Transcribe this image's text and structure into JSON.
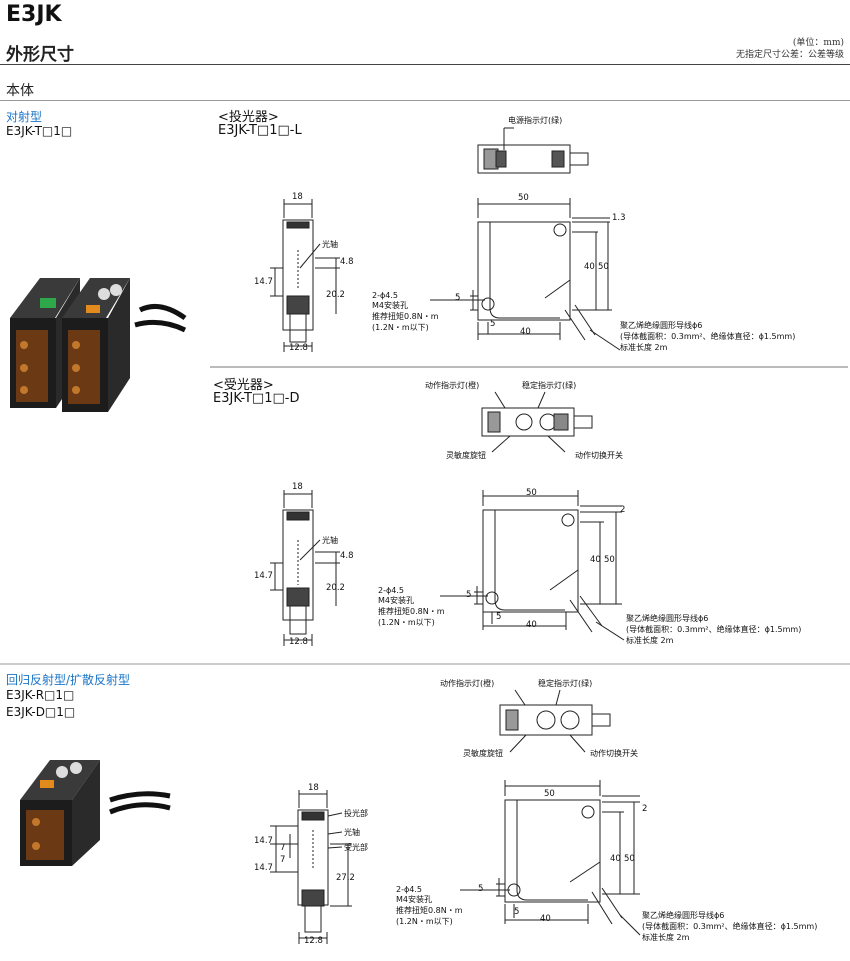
{
  "header": {
    "model": "E3JK",
    "title": "外形尺寸",
    "unit": "(单位：mm)",
    "tolerance_note": "无指定尺寸公差：公差等级"
  },
  "section": {
    "title": "本体"
  },
  "thru_beam": {
    "category": "对射型",
    "model": "E3JK-T□1□",
    "emitter": {
      "title": "<投光器>",
      "model": "E3JK-T□1□-L",
      "power_indicator": "电源指示灯(绿)",
      "optical_axis": "光轴",
      "dims": {
        "w18": "18",
        "d4_8": "4.8",
        "d14_7": "14.7",
        "d20_2": "20.2",
        "d12_8": "12.8",
        "w50": "50",
        "d1_3": "1.3",
        "d40v": "40",
        "d50v": "50",
        "d5a": "5",
        "d5b": "5",
        "d40h": "40"
      },
      "holes": [
        "2-ϕ4.5",
        "M4安装孔",
        "推荐扭矩0.8N・m",
        "(1.2N・m以下)"
      ],
      "cable": [
        "聚乙烯绝缘圆形导线ϕ6",
        "(导体截面积：0.3mm²、绝缘体直径：ϕ1.5mm)",
        "标准长度 2m"
      ]
    },
    "receiver": {
      "title": "<受光器>",
      "model": "E3JK-T□1□-D",
      "op_indicator": "动作指示灯(橙)",
      "stable_indicator": "稳定指示灯(绿)",
      "sens_knob": "灵敏度旋钮",
      "mode_switch": "动作切换开关",
      "optical_axis": "光轴",
      "dims": {
        "w18": "18",
        "d4_8": "4.8",
        "d14_7": "14.7",
        "d20_2": "20.2",
        "d12_8": "12.8",
        "w50": "50",
        "d2": "2",
        "d40v": "40",
        "d50v": "50",
        "d5a": "5",
        "d5b": "5",
        "d40h": "40"
      },
      "holes": [
        "2-ϕ4.5",
        "M4安装孔",
        "推荐扭矩0.8N・m",
        "(1.2N・m以下)"
      ],
      "cable": [
        "聚乙烯绝缘圆形导线ϕ6",
        "(导体截面积：0.3mm²、绝缘体直径：ϕ1.5mm)",
        "标准长度 2m"
      ]
    }
  },
  "reflective": {
    "category": "回归反射型/扩散反射型",
    "models": [
      "E3JK-R□1□",
      "E3JK-D□1□"
    ],
    "op_indicator": "动作指示灯(橙)",
    "stable_indicator": "稳定指示灯(绿)",
    "sens_knob": "灵敏度旋钮",
    "mode_switch": "动作切换开关",
    "emit_part": "投光部",
    "optical_axis": "光轴",
    "recv_part": "受光部",
    "dims": {
      "w18": "18",
      "d14_7a": "14.7",
      "d7a": "7",
      "d7b": "7",
      "d14_7b": "14.7",
      "d27_2": "27.2",
      "d12_8": "12.8",
      "w50": "50",
      "d2": "2",
      "d40v": "40",
      "d50v": "50",
      "d5a": "5",
      "d5b": "5",
      "d40h": "40"
    },
    "holes": [
      "2-ϕ4.5",
      "M4安装孔",
      "推荐扭矩0.8N・m",
      "(1.2N・m以下)"
    ],
    "cable": [
      "聚乙烯绝缘圆形导线ϕ6",
      "(导体截面积：0.3mm²、绝缘体直径：ϕ1.5mm)",
      "标准长度 2m"
    ]
  }
}
